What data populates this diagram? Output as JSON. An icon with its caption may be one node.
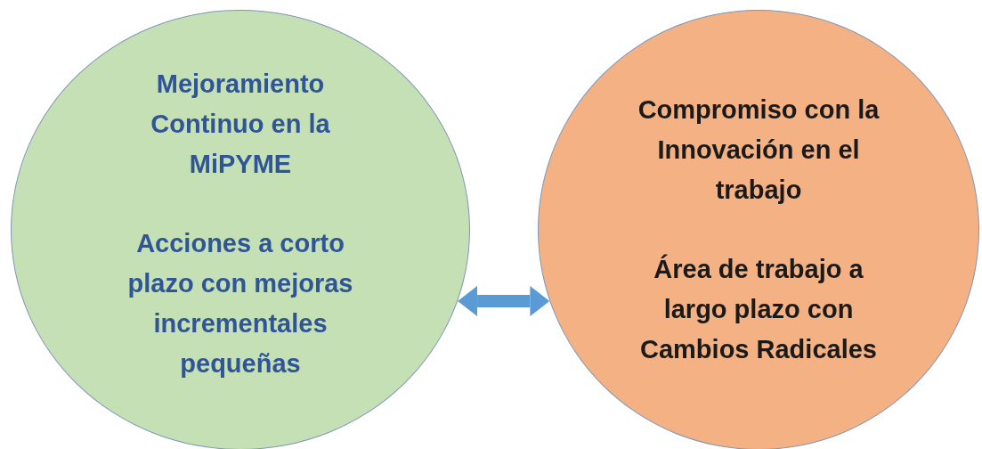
{
  "diagram": {
    "nodes": [
      {
        "text": [
          "Mejoramiento Continuo en la MiPYME",
          "Acciones a corto plazo con mejoras incrementales pequeñas"
        ]
      },
      {
        "text": [
          "Compromiso con la Innovación en el trabajo",
          "Área de trabajo a largo plazo con Cambios Radicales"
        ]
      }
    ],
    "edges": [
      {
        "from": 0,
        "to": 1,
        "arrow": "both"
      }
    ]
  }
}
